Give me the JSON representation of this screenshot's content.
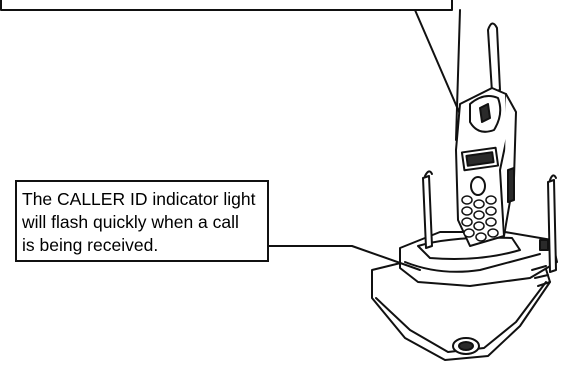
{
  "callout": {
    "lines": [
      "The CALLER ID indicator light",
      "will flash quickly when a call",
      "is being received."
    ]
  },
  "colors": {
    "ink": "#111111",
    "paper": "#ffffff",
    "shade": "#2a2a2a"
  },
  "icons": {
    "handset": "cordless-handset-icon",
    "base": "charging-base-icon"
  }
}
